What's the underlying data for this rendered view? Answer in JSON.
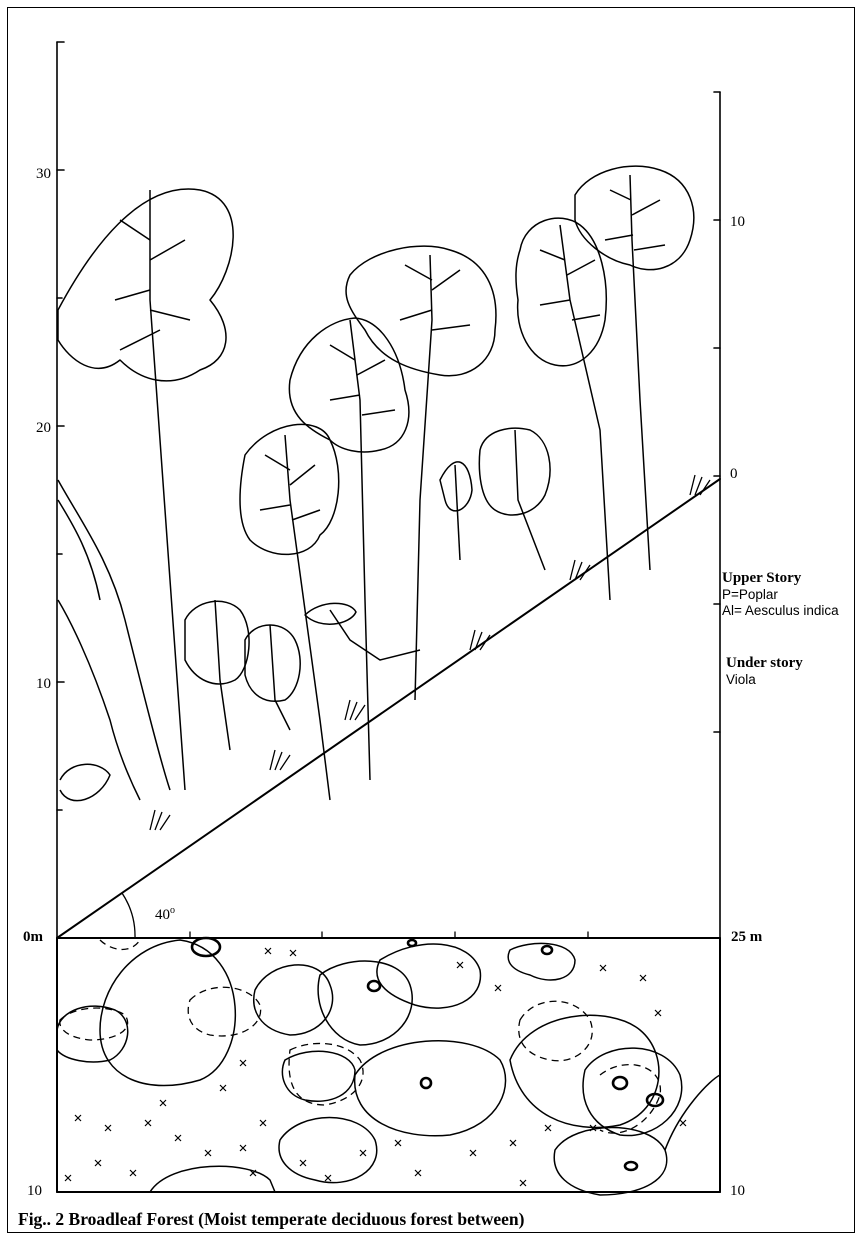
{
  "figure": {
    "caption": "Fig.. 2 Broadleaf Forest (Moist temperate deciduous forest between)"
  },
  "left_axis": {
    "ticks": [
      "30",
      "20",
      "10"
    ]
  },
  "right_axis": {
    "ticks": [
      "10",
      "0"
    ]
  },
  "profile": {
    "slope_angle_label": "40",
    "degree_symbol": "o",
    "origin_label": "0m",
    "end_label": "25 m"
  },
  "plan": {
    "bottom_left_label": "10",
    "bottom_right_label": "10"
  },
  "legend": {
    "upper_story_title": "Upper Story",
    "upper_story_items": [
      "P=Poplar",
      "Al= Aesculus indica"
    ],
    "under_story_title": "Under story",
    "under_story_items": [
      "Viola"
    ]
  }
}
